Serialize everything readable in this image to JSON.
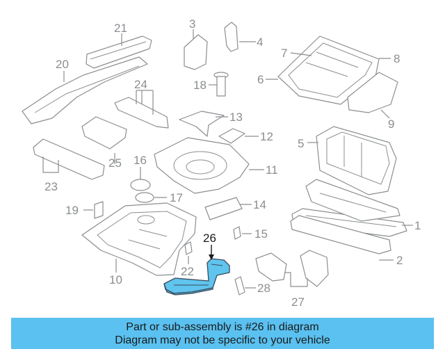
{
  "diagram": {
    "highlight_color": "#5fc4ee",
    "line_color": "#8a8d90",
    "highlighted_callout": "26",
    "callouts": [
      "1",
      "2",
      "3",
      "4",
      "5",
      "6",
      "7",
      "8",
      "9",
      "10",
      "11",
      "12",
      "13",
      "14",
      "15",
      "16",
      "17",
      "18",
      "19",
      "20",
      "21",
      "22",
      "23",
      "24",
      "25",
      "26",
      "27",
      "28"
    ]
  },
  "banner": {
    "line1": "Part or sub-assembly is #26 in diagram",
    "line2": "Diagram may not be specific to your vehicle",
    "background": "#5ac1f0"
  }
}
